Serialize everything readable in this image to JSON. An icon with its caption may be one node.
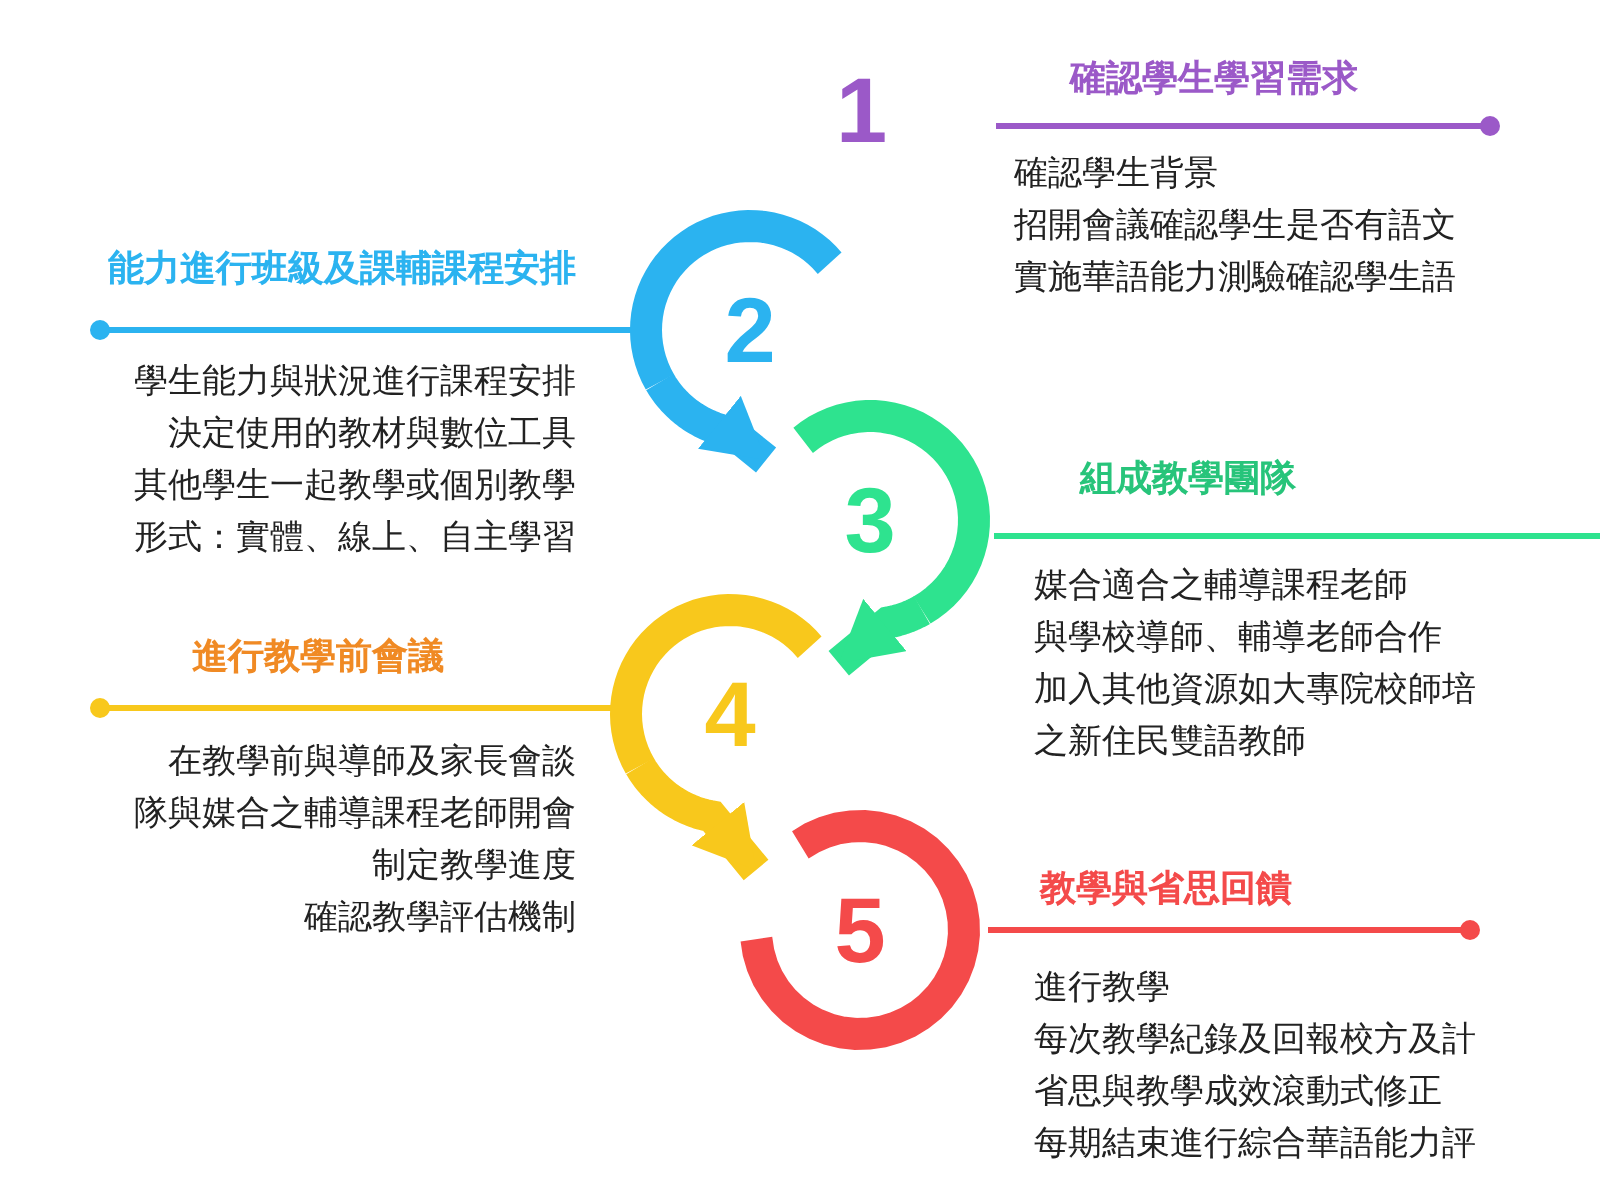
{
  "diagram": {
    "nodes": [
      {
        "text": [
          "1"
        ],
        "beside": [
          "確認學生學習需求",
          "確認學生背景",
          "招開會議確認學生是否有語文",
          "實施華語能力測驗確認學生語"
        ]
      },
      {
        "text": [
          "2"
        ],
        "beside": [
          "能力進行班級及課輔課程安排",
          "學生能力與狀況進行課程安排",
          "決定使用的教材與數位工具",
          "其他學生一起教學或個別教學",
          "形式：實體、線上、自主學習"
        ]
      },
      {
        "text": [
          "3"
        ],
        "beside": [
          "組成教學團隊",
          "媒合適合之輔導課程老師",
          "與學校導師、輔導老師合作",
          "加入其他資源如大專院校師培",
          "之新住民雙語教師"
        ]
      },
      {
        "text": [
          "4"
        ],
        "beside": [
          "進行教學前會議",
          "在教學前與導師及家長會談",
          "隊與媒合之輔導課程老師開會",
          "制定教學進度",
          "確認教學評估機制"
        ]
      },
      {
        "text": [
          "5"
        ],
        "beside": [
          "教學與省思回饋",
          "進行教學",
          "每次教學紀錄及回報校方及計",
          "省思與教學成效滾動式修正",
          "每期結束進行綜合華語能力評"
        ]
      }
    ],
    "edges": [
      {
        "from": 1,
        "to": 2,
        "arrow": "to",
        "color": "#2bb3f0"
      },
      {
        "from": 2,
        "to": 3,
        "arrow": "to",
        "color": "#2ee38f"
      },
      {
        "from": 3,
        "to": 4,
        "arrow": "to",
        "color": "#f8c81c"
      }
    ]
  }
}
